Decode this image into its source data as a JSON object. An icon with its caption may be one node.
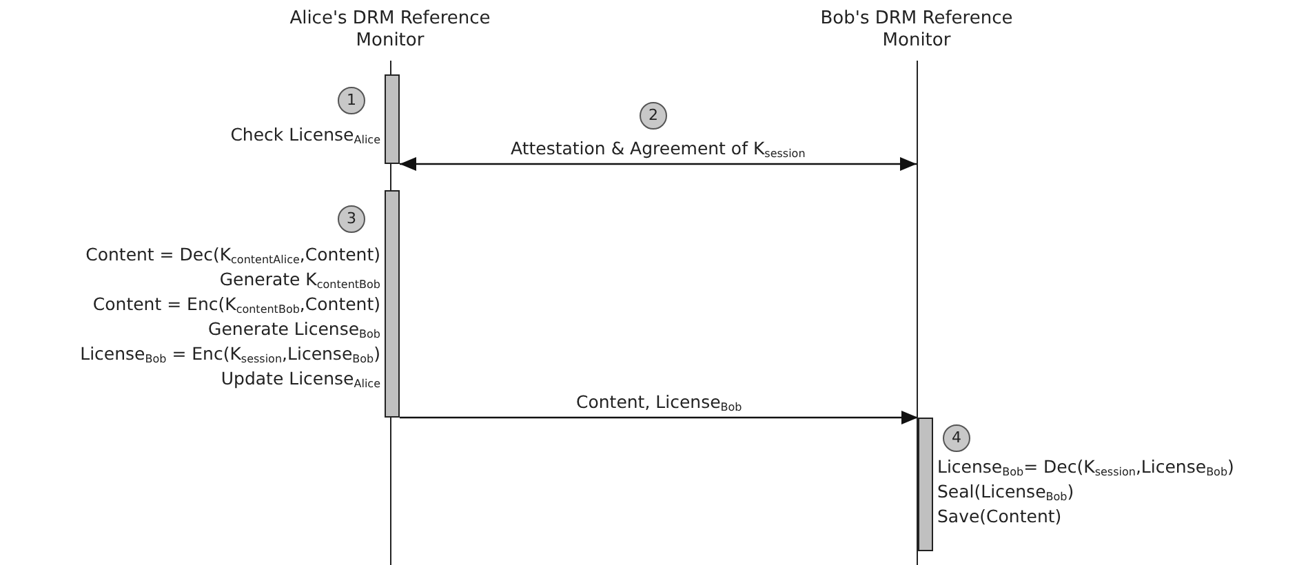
{
  "diagram": {
    "nodes": [
      {
        "text": [
          "Alice's DRM Reference Monitor"
        ]
      },
      {
        "text": [
          "Bob's DRM Reference Monitor"
        ]
      },
      {
        "text": [],
        "shape": "line"
      },
      {
        "text": [],
        "shape": "line"
      },
      {
        "text": [],
        "shape": "bar",
        "beside": [
          "Check License$_{Alice}$"
        ]
      },
      {
        "text": [],
        "shape": "bar",
        "beside": [
          "Content = Dec(K$_{content}$$_{Alice}$,Content)",
          "Generate K$_{content}$$_{Bob}$",
          "Content = Enc(K$_{content}$$_{Bob}$,Content)",
          "Generate License$_{Bob}$",
          "License$_{Bob}$ = Enc(K$_{session}$,License$_{Bob}$)",
          "Update License$_{Alice}$"
        ]
      },
      {
        "text": [],
        "shape": "bar",
        "beside": [
          "License$_{Bob}$= Dec(K$_{session}$,License$_{Bob}$)",
          "Seal(License$_{Bob}$)",
          "Save(Content)"
        ]
      },
      {
        "text": [
          "1"
        ]
      },
      {
        "text": [
          "2"
        ]
      },
      {
        "text": [
          "3"
        ]
      },
      {
        "text": [
          "4"
        ]
      }
    ],
    "edges": [
      {
        "from": 4,
        "to": 3,
        "arrow": "both",
        "label": "Attestation & Agreement of K$_{session}$"
      },
      {
        "from": 5,
        "to": 6,
        "arrow": "to",
        "label": "Content, License$_{Bob}$"
      }
    ]
  }
}
